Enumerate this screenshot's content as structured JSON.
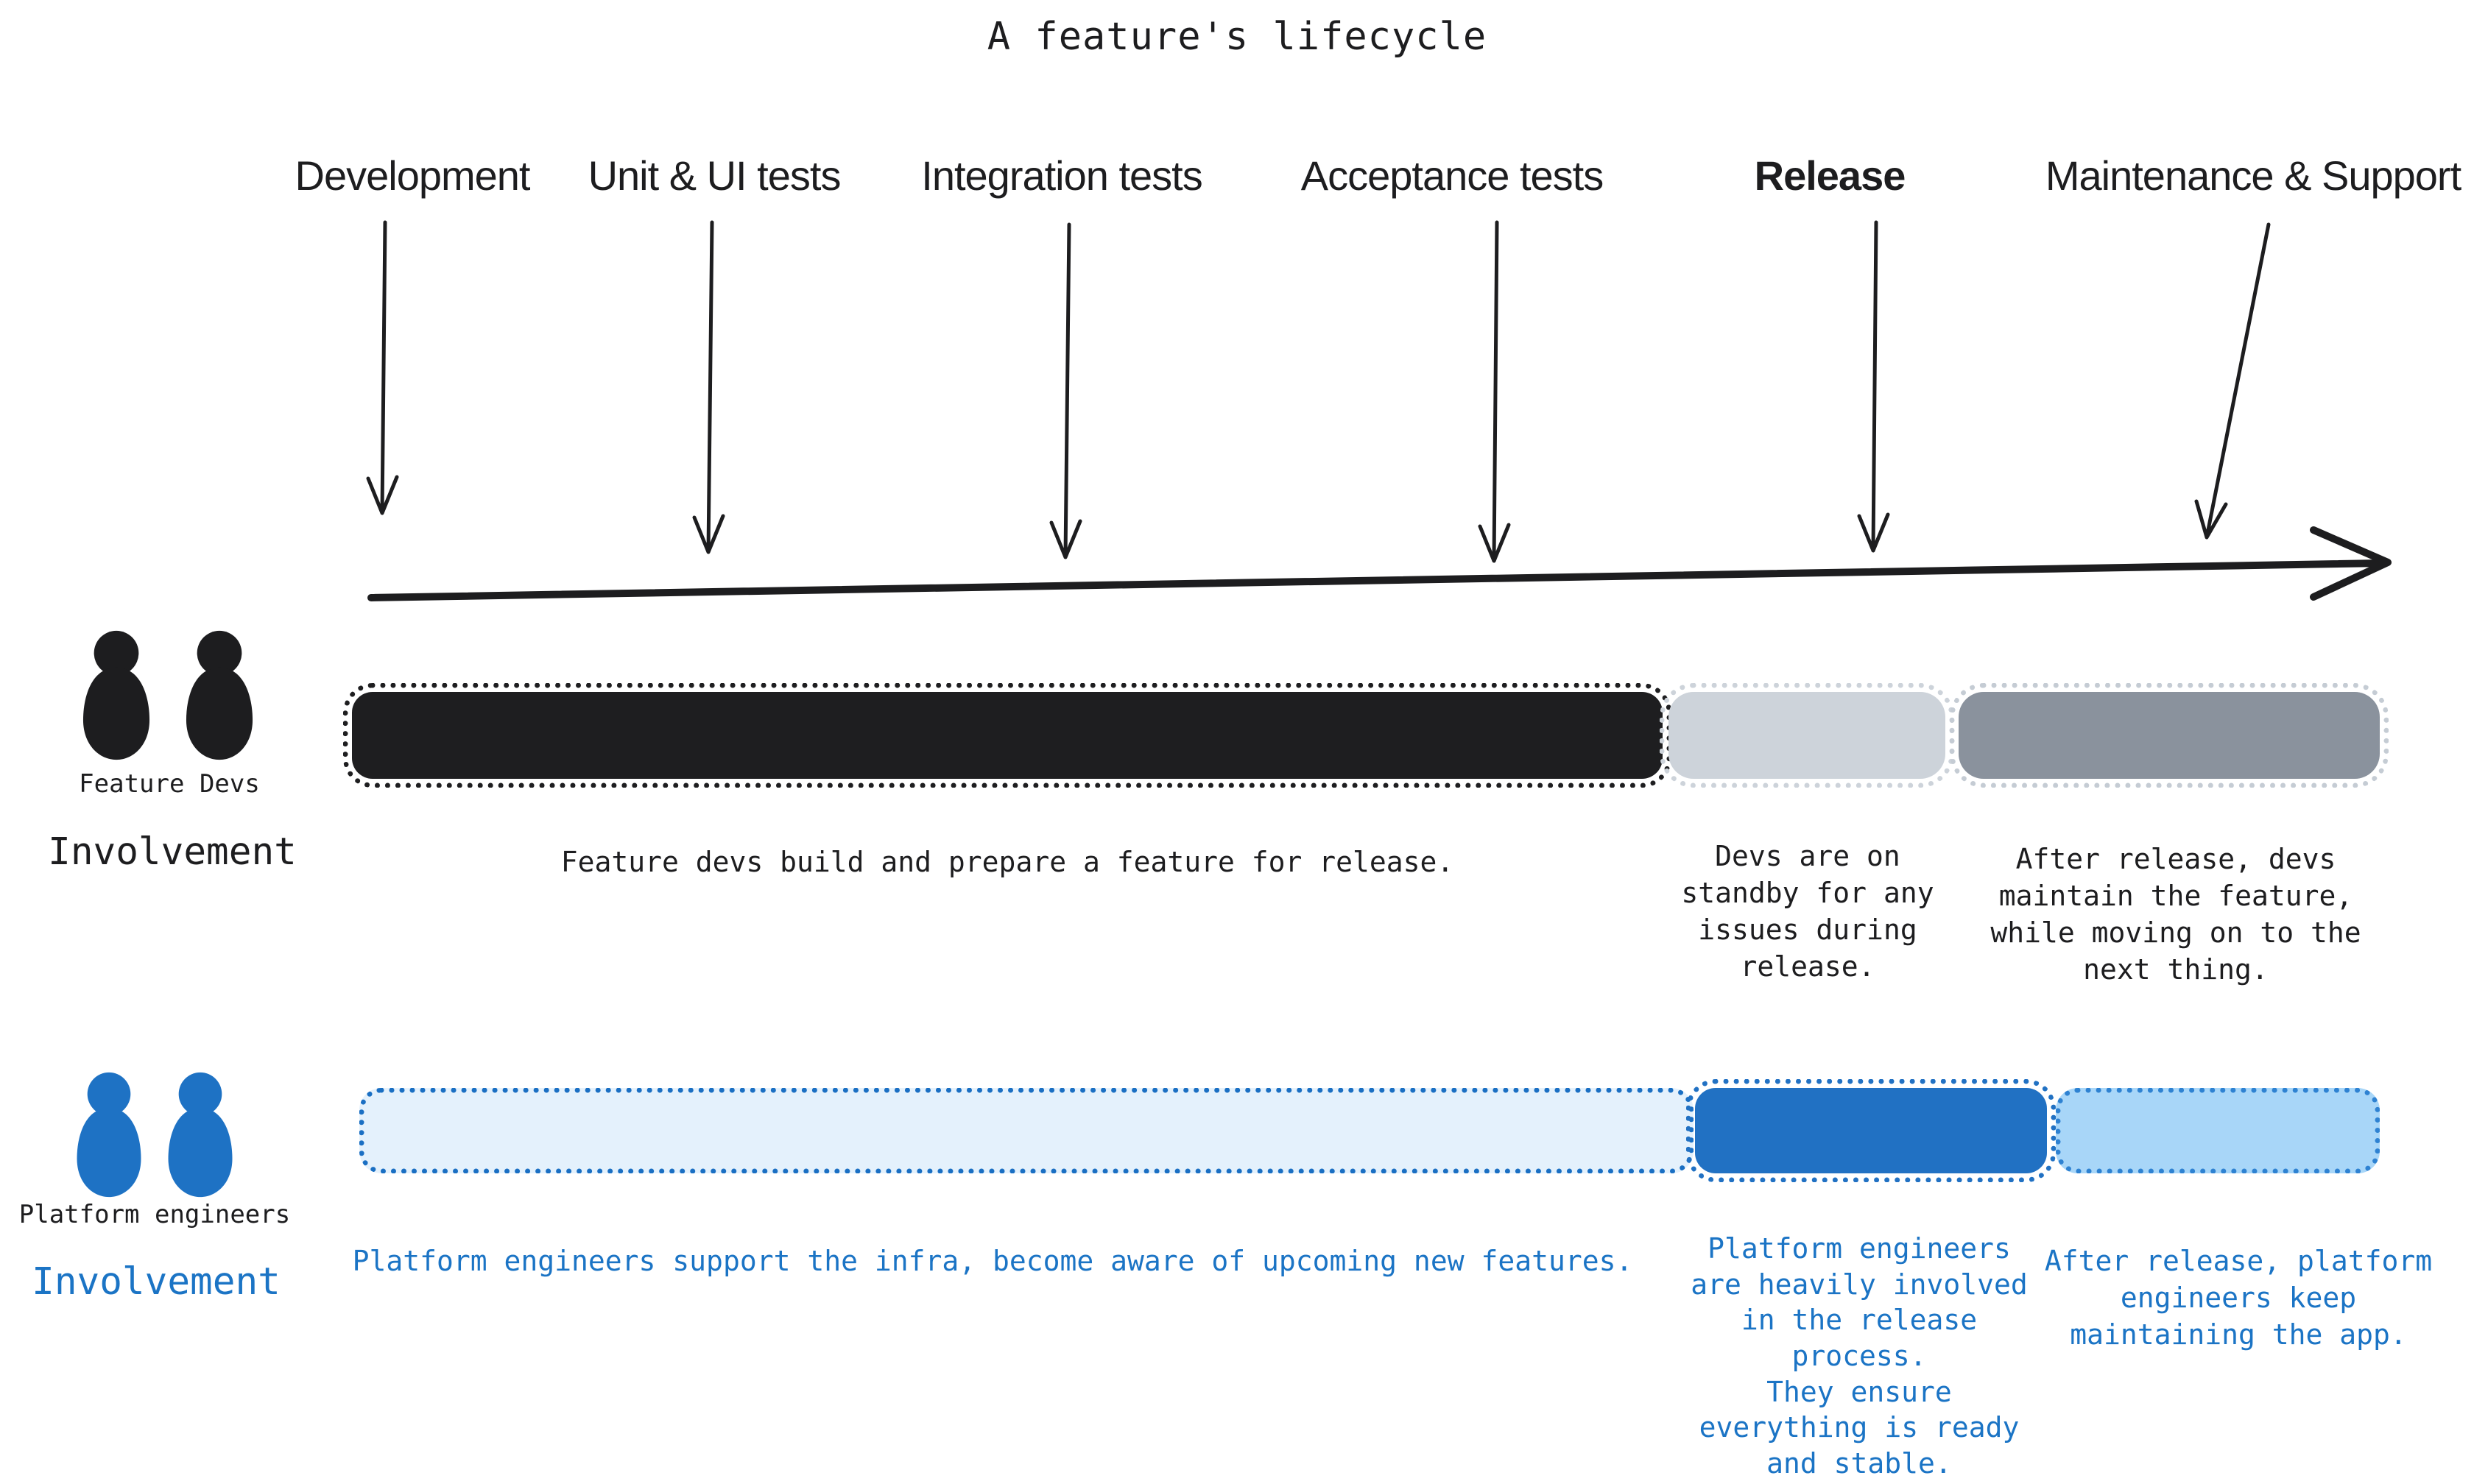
{
  "title": "A feature's lifecycle",
  "stages": [
    {
      "label": "Development"
    },
    {
      "label": "Unit & UI tests"
    },
    {
      "label": "Integration tests"
    },
    {
      "label": "Acceptance tests"
    },
    {
      "label": "Release"
    },
    {
      "label": "Maintenance & Support"
    }
  ],
  "colors": {
    "ink": "#1d1d1f",
    "dev_bar_main": "#1e1e20",
    "dev_bar_release": "#cdd3da",
    "dev_bar_maintenance": "#8a929d",
    "pe_bar_support_fill": "#e4f1fc",
    "pe_bar_support_border": "#1a6fc3",
    "pe_bar_release": "#2171c3",
    "pe_bar_after_fill": "#a8d6f8",
    "pe_bar_after_border": "#2e82d2",
    "pe_text": "#1b74c5",
    "pe_icon": "#1e72c4"
  },
  "feature_devs": {
    "group_label": "Feature Devs",
    "involvement_label": "Involvement",
    "segments": {
      "build": {
        "text": "Feature devs build and prepare a feature for release."
      },
      "release": {
        "text": "Devs are on\nstandby for any\nissues during\nrelease."
      },
      "maintenance": {
        "text": "After release, devs\nmaintain the feature,\nwhile moving on to the\nnext thing."
      }
    }
  },
  "platform_engineers": {
    "group_label": "Platform engineers",
    "involvement_label": "Involvement",
    "segments": {
      "support": {
        "text": "Platform engineers support the infra, become aware of upcoming new features."
      },
      "release": {
        "text": "Platform engineers\nare heavily involved\nin the release\nprocess.\nThey ensure\neverything is ready\nand stable."
      },
      "after": {
        "text": "After release, platform\nengineers keep\nmaintaining the app."
      }
    }
  }
}
